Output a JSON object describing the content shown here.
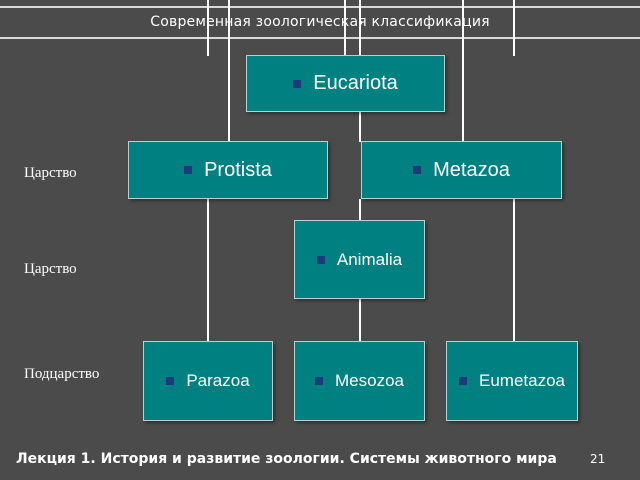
{
  "title": "Современная зоологическая классификация",
  "nodes": {
    "eucariota": "Eucariota",
    "protista": "Protista",
    "metazoa": "Metazoa",
    "animalia": "Animalia",
    "parazoa": "Parazoa",
    "mesozoa": "Mesozoa",
    "eumetazoa": "Eumetazoa"
  },
  "ranks": [
    "Царство",
    "Царство",
    "Подцарство"
  ],
  "footer": {
    "text": "Лекция 1. История и развитие зоологии. Системы животного мира",
    "page": "21"
  },
  "colors": {
    "background": "#4b4b4b",
    "node_fill": "#008080",
    "bullet": "#1f3a7a"
  }
}
